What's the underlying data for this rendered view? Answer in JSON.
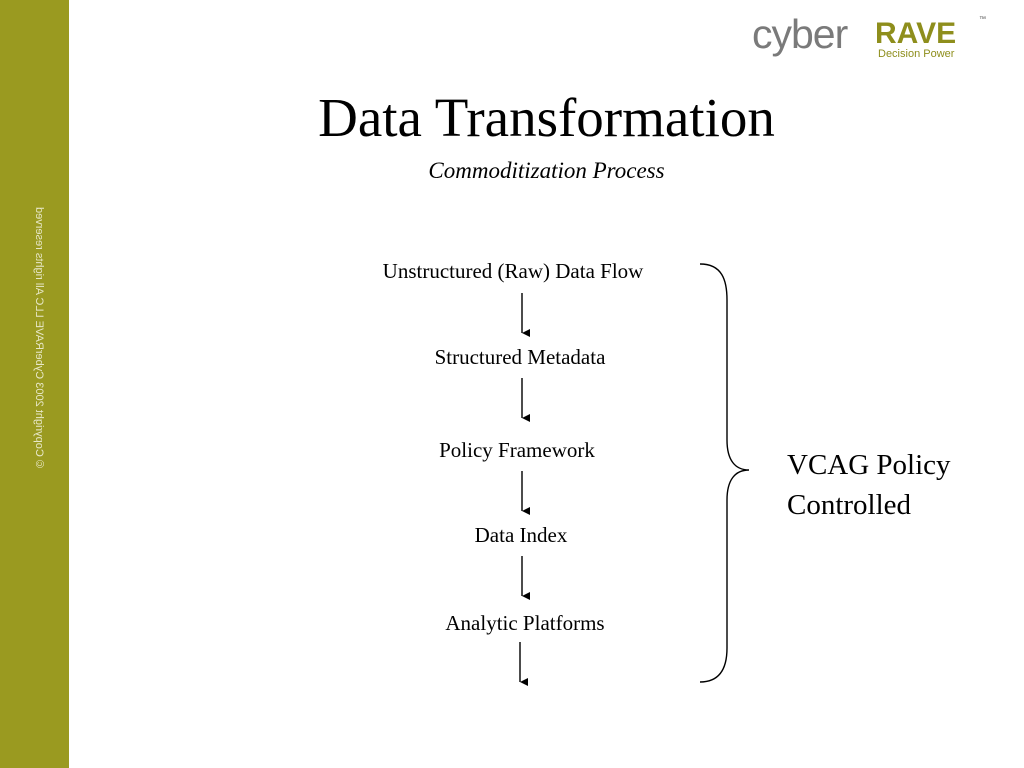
{
  "logo": {
    "cyber": "cyber",
    "rave": "RAVE",
    "tm": "™",
    "tagline": "Decision Power"
  },
  "copyright": "© Copyright 2003 CyberRAVE LLC All rights reserved",
  "title": "Data Transformation",
  "subtitle": "Commoditization Process",
  "steps": [
    "Unstructured (Raw) Data Flow",
    "Structured Metadata",
    "Policy Framework",
    "Data Index",
    "Analytic Platforms"
  ],
  "brace_label": "VCAG Policy Controlled",
  "colors": {
    "sidebar": "#9a9a20",
    "logo_gray": "#7a7a7a",
    "logo_olive": "#8e8e1c"
  }
}
